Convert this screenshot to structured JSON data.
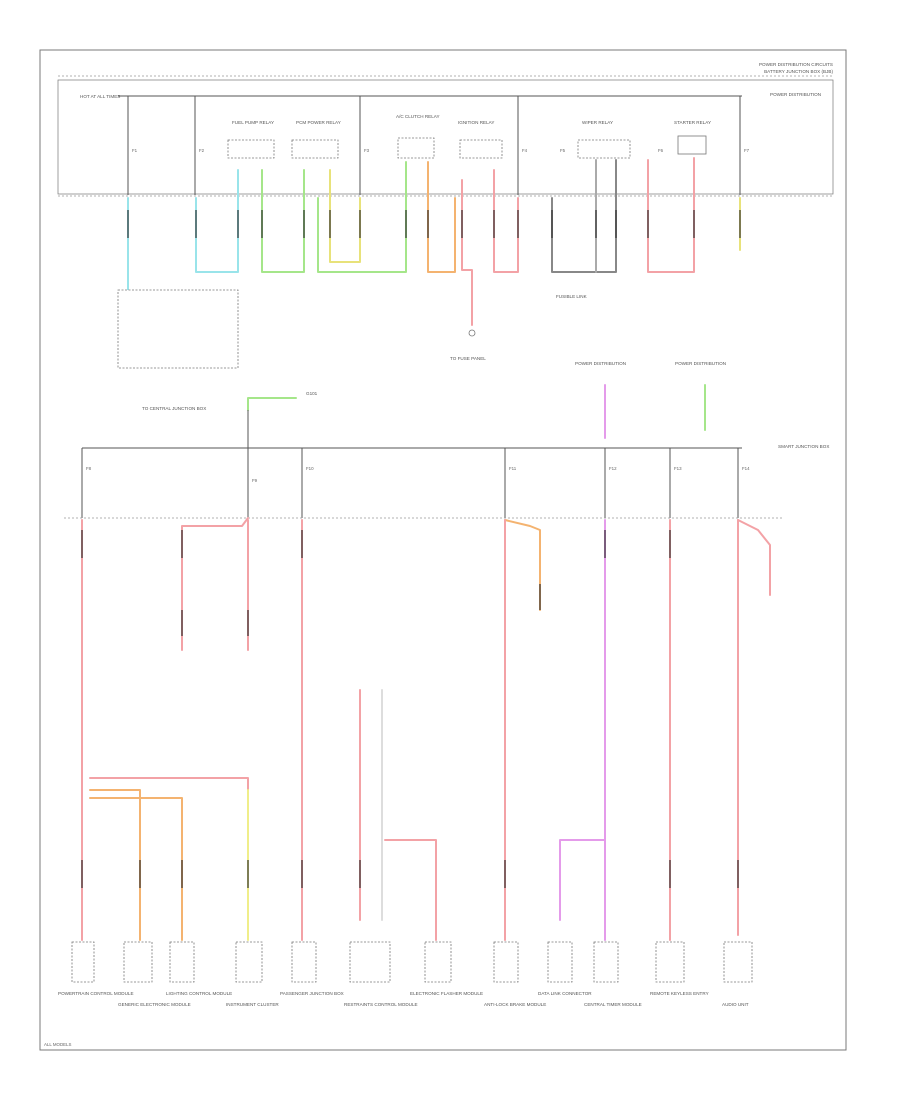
{
  "header": {
    "line1": "POWER DISTRIBUTION CIRCUITS",
    "line2": "BATTERY JUNCTION BOX (BJB)"
  },
  "top_left_label": "HOT AT ALL TIMES",
  "top_right_label": "POWER DISTRIBUTION",
  "relays": [
    "FUEL PUMP RELAY",
    "PCM POWER RELAY",
    "A/C CLUTCH RELAY",
    "IGNITION RELAY",
    "WIPER RELAY",
    "STARTER RELAY"
  ],
  "fuses_top": [
    "F1",
    "F2",
    "F3",
    "F4",
    "F5",
    "F6",
    "F7"
  ],
  "fuses_bottom": [
    "F8",
    "F9",
    "F10",
    "F11",
    "F12",
    "F13",
    "F14"
  ],
  "mid_labels": {
    "left_box": "TO CENTRAL JUNCTION BOX",
    "center": "TO FUSE PANEL",
    "right": "FUSIBLE LINK",
    "middle_right": "POWER DISTRIBUTION",
    "right2": "POWER DISTRIBUTION",
    "right_far": "SMART JUNCTION BOX"
  },
  "mid_row_label": "G101",
  "bottom_labels": [
    "POWERTRAIN CONTROL MODULE",
    "GENERIC ELECTRONIC MODULE",
    "LIGHTING CONTROL MODULE",
    "INSTRUMENT CLUSTER",
    "PASSENGER JUNCTION BOX",
    "RESTRAINTS CONTROL MODULE",
    "ELECTRONIC FLASHER MODULE",
    "ANTI-LOCK BRAKE MODULE",
    "DATA LINK CONNECTOR",
    "CENTRAL TIMER MODULE",
    "REMOTE KEYLESS ENTRY",
    "AUDIO UNIT"
  ],
  "footer_code": "ALL MODELS"
}
